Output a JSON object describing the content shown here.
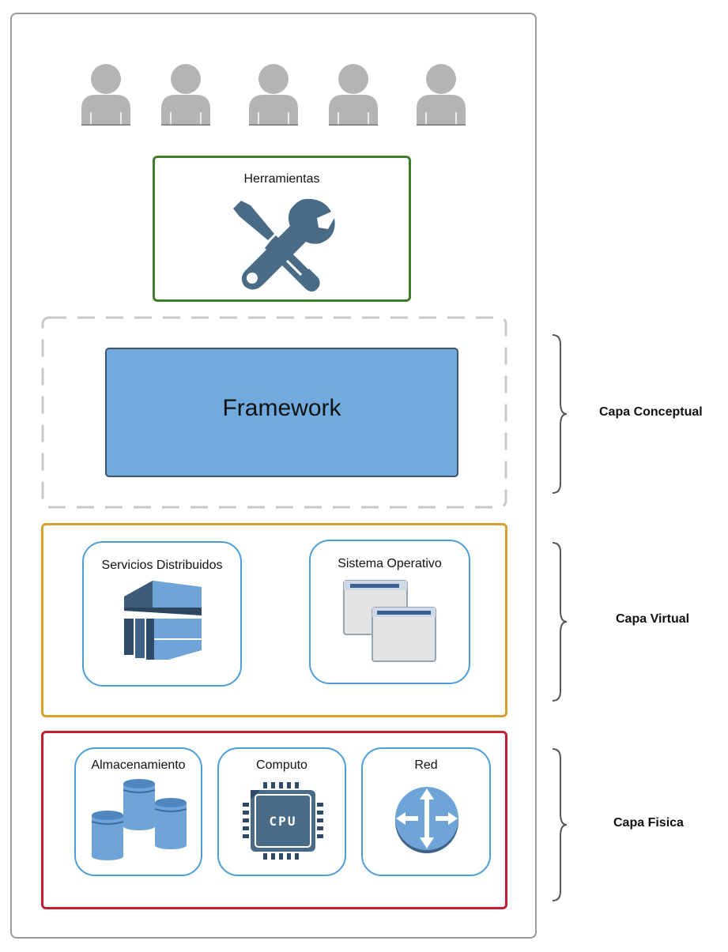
{
  "users": {
    "count": 5,
    "icon": "user-icon"
  },
  "tools": {
    "title": "Herramientas",
    "icon": "wrench-screwdriver-icon",
    "border_color": "#3f7d2c",
    "icon_color": "#4a6b85"
  },
  "framework": {
    "title": "Framework",
    "fill_color": "#70aadf"
  },
  "virtual": {
    "border_color": "#d7a12d",
    "servicios": {
      "title": "Servicios Distribuidos",
      "icon": "distributed-services-icon"
    },
    "sistema": {
      "title": "Sistema Operativo",
      "icon": "windows-icon"
    }
  },
  "physical": {
    "border_color": "#c21f33",
    "almacenamiento": {
      "title": "Almacenamiento",
      "icon": "database-icon"
    },
    "computo": {
      "title": "Computo",
      "icon": "cpu-icon",
      "chip_label": "CPU"
    },
    "red": {
      "title": "Red",
      "icon": "router-icon"
    }
  },
  "layers": {
    "conceptual": "Capa Conceptual",
    "virtual": "Capa Virtual",
    "fisica": "Capa Fisica"
  }
}
